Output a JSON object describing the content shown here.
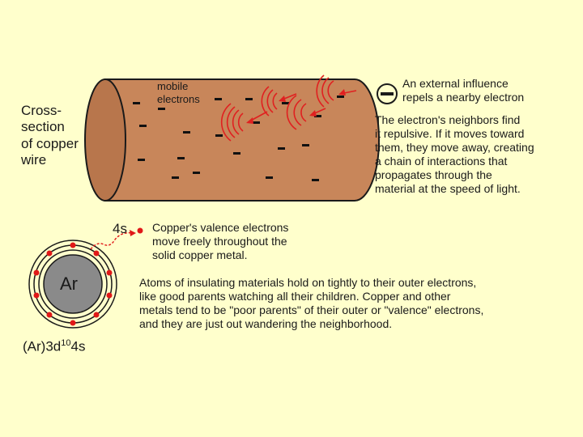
{
  "labels": {
    "cross_section": "Cross-\nsection\nof copper\nwire",
    "mobile_electrons": "mobile\n   electrons",
    "external_influence": "An external influence\nrepels a nearby electron",
    "neighbors_text": "The electron's neighbors find\nit repulsive. If it moves toward\nthem, they move away, creating\na chain of interactions that\npropagates through the\nmaterial at the speed of light.",
    "orbital_4s": "4s",
    "valence_text": "Copper's valence electrons\nmove freely throughout the\nsolid copper metal.",
    "insulator_text": "Atoms of insulating materials hold on tightly to their outer electrons,\nlike good parents watching all their children. Copper and other\nmetals tend to be \"poor parents\" of their outer or \"valence\" electrons,\nand they are just out wandering the neighborhood.",
    "atom_core": "Ar",
    "config_base": "(Ar)3d",
    "config_sup": "10",
    "config_tail": "4s",
    "minus_sign": "−"
  },
  "colors": {
    "background": "#ffffcc",
    "wire": "#c8865a",
    "wire_dark": "#a86a44",
    "outline": "#1a1a1a",
    "wave": "#e02020",
    "atom_core": "#8a8a8a",
    "electron_red": "#e01818"
  }
}
